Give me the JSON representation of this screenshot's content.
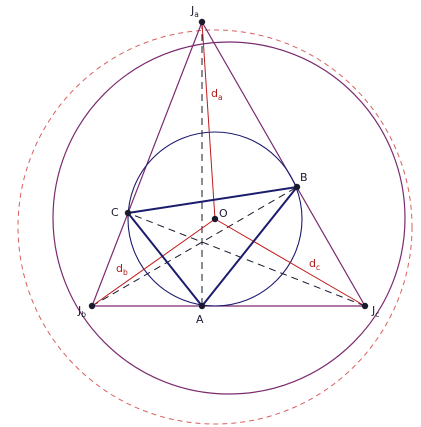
{
  "labels": {
    "Ja": {
      "main": "J",
      "sub": "a"
    },
    "Jb": {
      "main": "J",
      "sub": "b"
    },
    "Jc": {
      "main": "J",
      "sub": "c"
    },
    "A": {
      "main": "A"
    },
    "B": {
      "main": "B"
    },
    "C": {
      "main": "C"
    },
    "O": {
      "main": "O"
    },
    "da": {
      "main": "d",
      "sub": "a"
    },
    "db": {
      "main": "d",
      "sub": "b"
    },
    "dc": {
      "main": "d",
      "sub": "c"
    }
  },
  "colors": {
    "purple": "#7a2a6e",
    "navy": "#1c1c6e",
    "red": "#c01a1a",
    "dash_red": "#d86060",
    "black": "#1a1a2e"
  }
}
